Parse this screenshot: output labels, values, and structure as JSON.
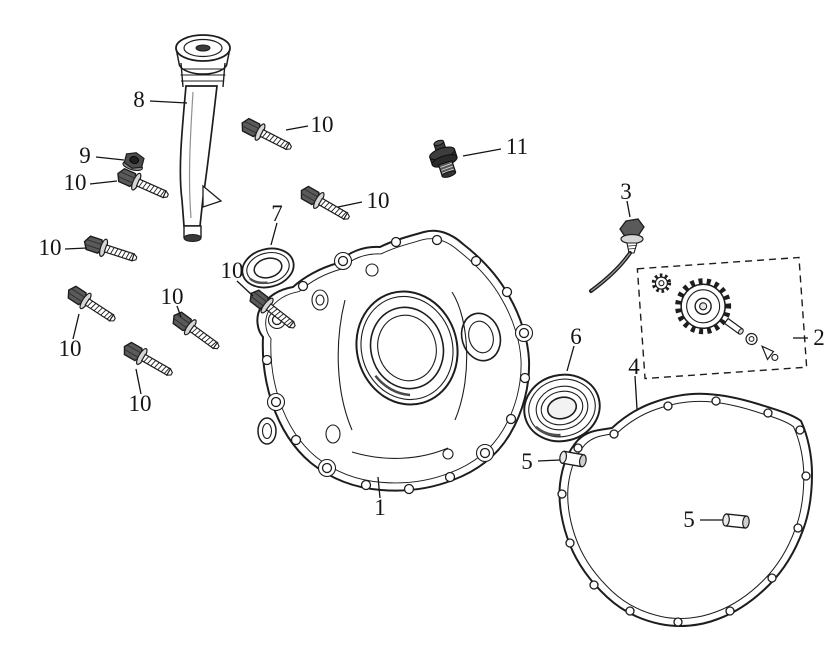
{
  "diagram": {
    "type": "exploded-parts-diagram",
    "background_color": "#ffffff",
    "line_color": "#1d1d1d",
    "dark_fill_color": "#3a3a3a",
    "callouts": [
      {
        "text": "8"
      },
      {
        "text": "10"
      },
      {
        "text": "9"
      },
      {
        "text": "10"
      },
      {
        "text": "11"
      },
      {
        "text": "3"
      },
      {
        "text": "10"
      },
      {
        "text": "7"
      },
      {
        "text": "10"
      },
      {
        "text": "10"
      },
      {
        "text": "10"
      },
      {
        "text": "2"
      },
      {
        "text": "6"
      },
      {
        "text": "10"
      },
      {
        "text": "4"
      },
      {
        "text": "10"
      },
      {
        "text": "5"
      },
      {
        "text": "1"
      },
      {
        "text": "5"
      }
    ],
    "parts": [
      {
        "ref": "1",
        "shape": "crankcase-cover"
      },
      {
        "ref": "2",
        "shape": "governor-gear-assembly"
      },
      {
        "ref": "3",
        "shape": "dipstick-bolt"
      },
      {
        "ref": "4",
        "shape": "cover-gasket"
      },
      {
        "ref": "5",
        "shape": "dowel-pin"
      },
      {
        "ref": "6",
        "shape": "ball-bearing"
      },
      {
        "ref": "7",
        "shape": "oil-seal"
      },
      {
        "ref": "8",
        "shape": "oil-filler-tube"
      },
      {
        "ref": "9",
        "shape": "flange-nut"
      },
      {
        "ref": "10",
        "shape": "flange-bolt"
      },
      {
        "ref": "11",
        "shape": "drain-plug"
      }
    ]
  }
}
